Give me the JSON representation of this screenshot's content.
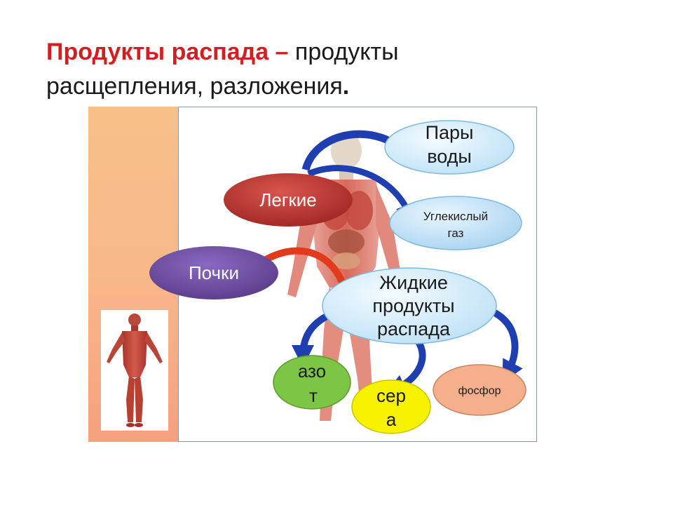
{
  "title": {
    "accent": "Продукты распада –",
    "rest_line1": " продукты",
    "line2": "расщепления, разложения",
    "end_mark": "."
  },
  "nodes": {
    "lungs": "Легкие",
    "kidneys": "Почки",
    "water_vapor": [
      "Пары",
      "воды"
    ],
    "carbon_dioxide": [
      "Углекислый",
      "газ"
    ],
    "liquid_products": [
      "Жидкие",
      "продукты",
      "распада"
    ],
    "nitrogen": [
      "азо",
      "т"
    ],
    "sulfur": [
      "сер",
      "а"
    ],
    "phosphorus": "фосфор"
  },
  "colors": {
    "title_accent": "#d21f1f",
    "lungs": "#b8302c",
    "kidneys": "#6b4b99",
    "bubble_light": "#cfe9f8",
    "nitrogen": "#7cc545",
    "sulfur": "#f7f200",
    "phosphorus": "#f4b08c",
    "arrow_blue": "#1f3fb0",
    "arrow_red": "#e23a1c"
  }
}
